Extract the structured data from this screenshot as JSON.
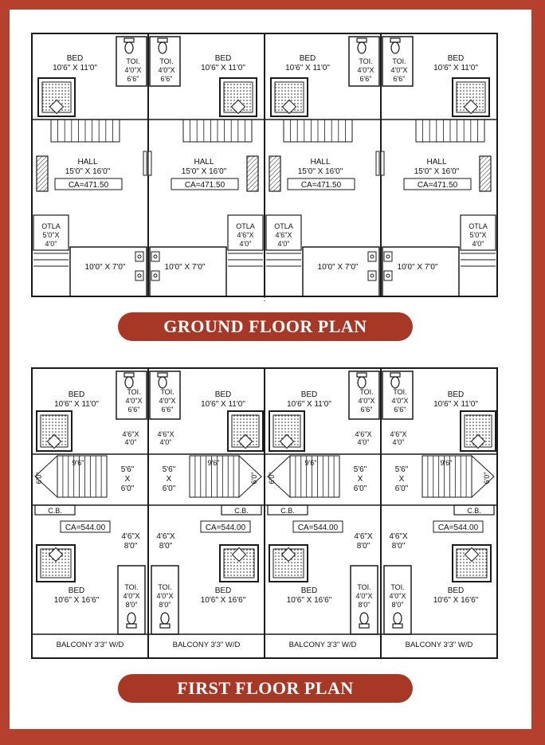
{
  "titles": {
    "ground": "GROUND FLOOR PLAN",
    "first": "FIRST FLOOR PLAN"
  },
  "colors": {
    "frame": "#b5402e",
    "banner": "#a83826",
    "banner_text": "#ffffff",
    "line": "#1a1a1a"
  },
  "ground_units": [
    {
      "bed": "BED",
      "bed_size": "10'6\" X 11'0\"",
      "toi": "TOI.",
      "toi_size1": "4'0\"X",
      "toi_size2": "6'6\"",
      "hall": "HALL",
      "hall_size": "15'0\" X 16'0\"",
      "ca": "CA=471.50",
      "otla": "OTLA",
      "otla_size1": "5'0\"X",
      "otla_size2": "4'0\"",
      "kitchen": "10'0\" X 7'0\""
    },
    {
      "bed": "BED",
      "bed_size": "10'6\" X 11'0\"",
      "toi": "TOI.",
      "toi_size1": "4'0\"X",
      "toi_size2": "6'6\"",
      "hall": "HALL",
      "hall_size": "15'0\" X 16'0\"",
      "ca": "CA=471.50",
      "otla": "OTLA",
      "otla_size1": "4'6\"X",
      "otla_size2": "4'0\"",
      "kitchen": "10'0\" X 7'0\""
    },
    {
      "bed": "BED",
      "bed_size": "10'6\" X 11'0\"",
      "toi": "TOI.",
      "toi_size1": "4'0\"X",
      "toi_size2": "6'6\"",
      "hall": "HALL",
      "hall_size": "15'0\" X 16'0\"",
      "ca": "CA=471.50",
      "otla": "OTLA",
      "otla_size1": "4'6\"X",
      "otla_size2": "4'0\"",
      "kitchen": "10'0\" X 7'0\""
    },
    {
      "bed": "BED",
      "bed_size": "10'6\" X 11'0\"",
      "toi": "TOI.",
      "toi_size1": "4'0\"X",
      "toi_size2": "6'6\"",
      "hall": "HALL",
      "hall_size": "15'0\" X 16'0\"",
      "ca": "CA=471.50",
      "otla": "OTLA",
      "otla_size1": "5'0\"X",
      "otla_size2": "4'0\"",
      "kitchen": "10'0\" X 7'0\""
    }
  ],
  "first_units": [
    {
      "bed1": "BED",
      "bed1_size": "10'6\" X 11'0\"",
      "toi1": "TOI.",
      "toi1_size1": "4'0\"X",
      "toi1_size2": "6'6\"",
      "pass1": "4'6\"X",
      "pass2": "4'0\"",
      "stair": "9'6\"",
      "stair_w": "6'0\"",
      "lob1": "5'6\"",
      "lob2": "X",
      "lob3": "6'0\"",
      "cb": "C.B.",
      "ca": "CA=544.00",
      "pass3": "4'6\"X",
      "pass4": "8'0\"",
      "bed2": "BED",
      "bed2_size": "10'6\" X 16'6\"",
      "toi2": "TOI.",
      "toi2_size1": "4'0\"X",
      "toi2_size2": "8'0\"",
      "balcony": "BALCONY 3'3\" W/D"
    },
    {
      "bed1": "BED",
      "bed1_size": "10'6\" X 11'0\"",
      "toi1": "TOI.",
      "toi1_size1": "4'0\"X",
      "toi1_size2": "6'6\"",
      "pass1": "4'6\"X",
      "pass2": "4'0\"",
      "stair": "9'6\"",
      "stair_w": "6'0\"",
      "lob1": "5'6\"",
      "lob2": "X",
      "lob3": "6'0\"",
      "cb": "C.B.",
      "ca": "CA=544.00",
      "pass3": "4'6\"X",
      "pass4": "8'0\"",
      "bed2": "BED",
      "bed2_size": "10'6\" X 16'6\"",
      "toi2": "TOI.",
      "toi2_size1": "4'0\"X",
      "toi2_size2": "8'0\"",
      "balcony": "BALCONY 3'3\" W/D"
    },
    {
      "bed1": "BED",
      "bed1_size": "10'6\" X 11'0\"",
      "toi1": "TOI.",
      "toi1_size1": "4'0\"X",
      "toi1_size2": "6'6\"",
      "pass1": "4'6\"X",
      "pass2": "4'0\"",
      "stair": "9'6\"",
      "stair_w": "6'0\"",
      "lob1": "5'6\"",
      "lob2": "X",
      "lob3": "6'0\"",
      "cb": "C.B.",
      "ca": "CA=544.00",
      "pass3": "4'6\"X",
      "pass4": "8'0\"",
      "bed2": "BED",
      "bed2_size": "10'6\" X 16'6\"",
      "toi2": "TOI.",
      "toi2_size1": "4'0\"X",
      "toi2_size2": "8'0\"",
      "balcony": "BALCONY 3'3\" W/D"
    },
    {
      "bed1": "BED",
      "bed1_size": "10'6\" X 11'0\"",
      "toi1": "TOI.",
      "toi1_size1": "4'0\"X",
      "toi1_size2": "6'6\"",
      "pass1": "4'6\"X",
      "pass2": "4'0\"",
      "stair": "9'6\"",
      "stair_w": "6'0\"",
      "lob1": "5'6\"",
      "lob2": "X",
      "lob3": "6'0\"",
      "cb": "C.B.",
      "ca": "CA=544.00",
      "pass3": "4'6\"X",
      "pass4": "8'0\"",
      "bed2": "BED",
      "bed2_size": "10'6\" X 16'6\"",
      "toi2": "TOI.",
      "toi2_size1": "4'0\"X",
      "toi2_size2": "8'0\"",
      "balcony": "BALCONY 3'3\" W/D"
    }
  ]
}
